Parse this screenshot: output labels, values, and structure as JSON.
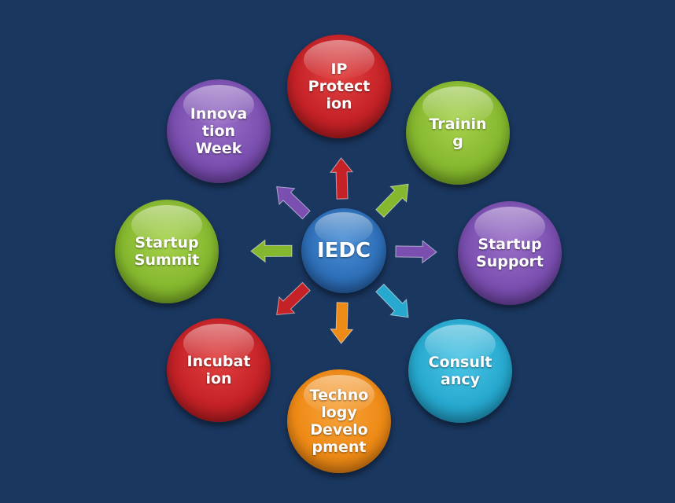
{
  "diagram": {
    "hub": {
      "label": "IEDC",
      "color": "#2e6fb8"
    },
    "nodes": [
      {
        "id": "ip-protection",
        "label": "IP\nProtect\nion",
        "color": "#c42227"
      },
      {
        "id": "training",
        "label": "Trainin\ng",
        "color": "#86b82f"
      },
      {
        "id": "startup-support",
        "label": "Startup\nSupport",
        "color": "#7a4fb0"
      },
      {
        "id": "consultancy",
        "label": "Consult\nancy",
        "color": "#27a9cf"
      },
      {
        "id": "technology-development",
        "label": "Techno\nlogy\nDevelo\npment",
        "color": "#ee8a16"
      },
      {
        "id": "incubation",
        "label": "Incubat\nion",
        "color": "#c42227"
      },
      {
        "id": "startup-summit",
        "label": "Startup\nSummit",
        "color": "#86b82f"
      },
      {
        "id": "innovation-week",
        "label": "Innova\ntion\nWeek",
        "color": "#7a4fb0"
      }
    ],
    "arrows": [
      {
        "from": "hub",
        "to": "ip-protection",
        "color": "#c42227"
      },
      {
        "from": "hub",
        "to": "training",
        "color": "#86b82f"
      },
      {
        "from": "hub",
        "to": "startup-support",
        "color": "#7a4fb0"
      },
      {
        "from": "hub",
        "to": "consultancy",
        "color": "#27a9cf"
      },
      {
        "from": "hub",
        "to": "technology-development",
        "color": "#ee8a16"
      },
      {
        "from": "hub",
        "to": "incubation",
        "color": "#c42227"
      },
      {
        "from": "hub",
        "to": "startup-summit",
        "color": "#86b82f"
      },
      {
        "from": "hub",
        "to": "innovation-week",
        "color": "#7a4fb0"
      }
    ]
  }
}
